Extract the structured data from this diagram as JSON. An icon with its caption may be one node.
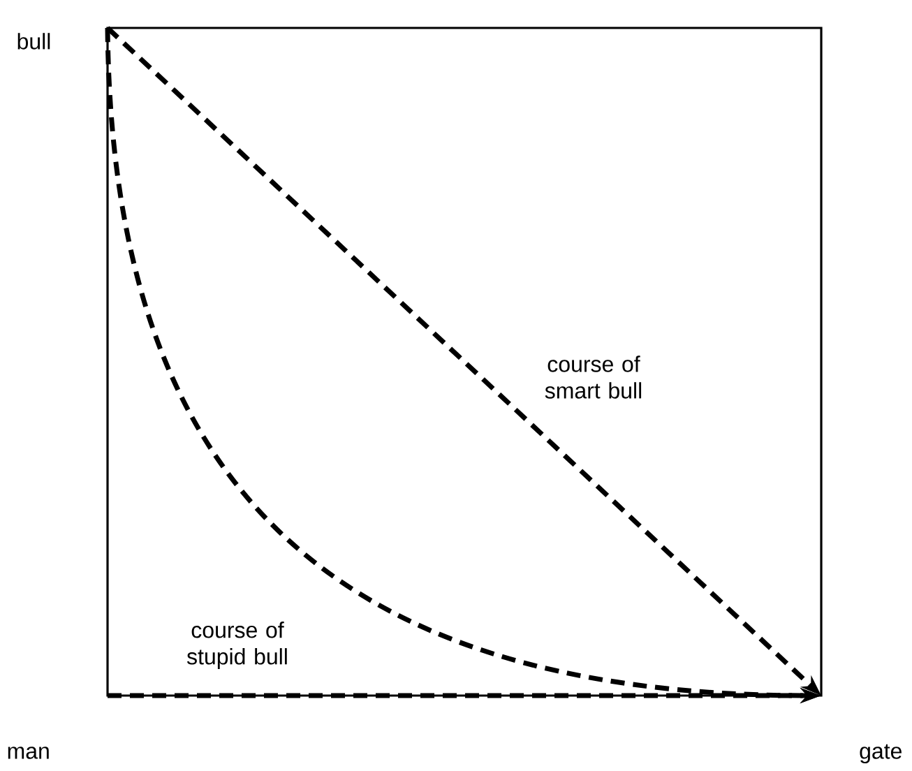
{
  "diagram": {
    "nodes": [
      {
        "text": [
          "bull"
        ]
      },
      {
        "text": [
          "man"
        ]
      },
      {
        "text": [
          "gate"
        ]
      }
    ],
    "edges": [
      {
        "from": 0,
        "to": 2,
        "arrow": "to",
        "style": "dashed",
        "label": "course of smart bull"
      },
      {
        "from": 0,
        "to": 2,
        "arrow": "to",
        "style": "dashed",
        "label": "course of stupid bull"
      },
      {
        "from": 1,
        "to": 2,
        "arrow": "to",
        "style": "dashed"
      }
    ]
  }
}
